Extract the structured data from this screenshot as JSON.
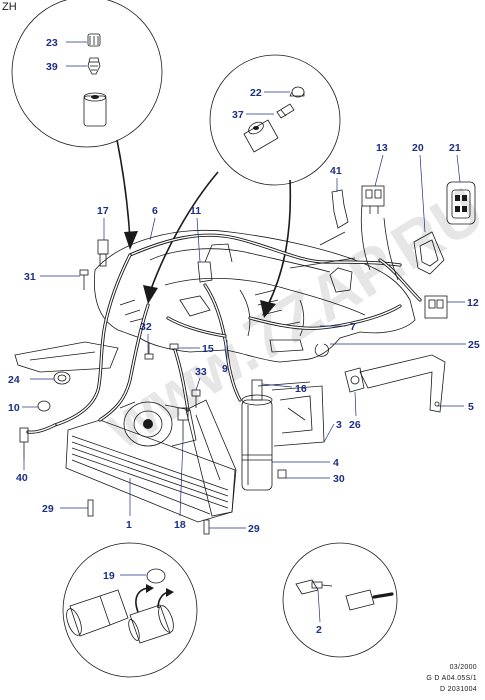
{
  "corner_label": "ZH",
  "footer": {
    "date": "03/2000",
    "code": "G D A04.05S/1",
    "ref": "D 2031004"
  },
  "callouts": [
    "23",
    "39",
    "22",
    "37",
    "17",
    "6",
    "11",
    "13",
    "20",
    "21",
    "41",
    "31",
    "12",
    "32",
    "15",
    "7",
    "25",
    "9",
    "24",
    "33",
    "16",
    "10",
    "5",
    "26",
    "3",
    "40",
    "4",
    "30",
    "29",
    "1",
    "18",
    "29",
    "19",
    "2"
  ]
}
